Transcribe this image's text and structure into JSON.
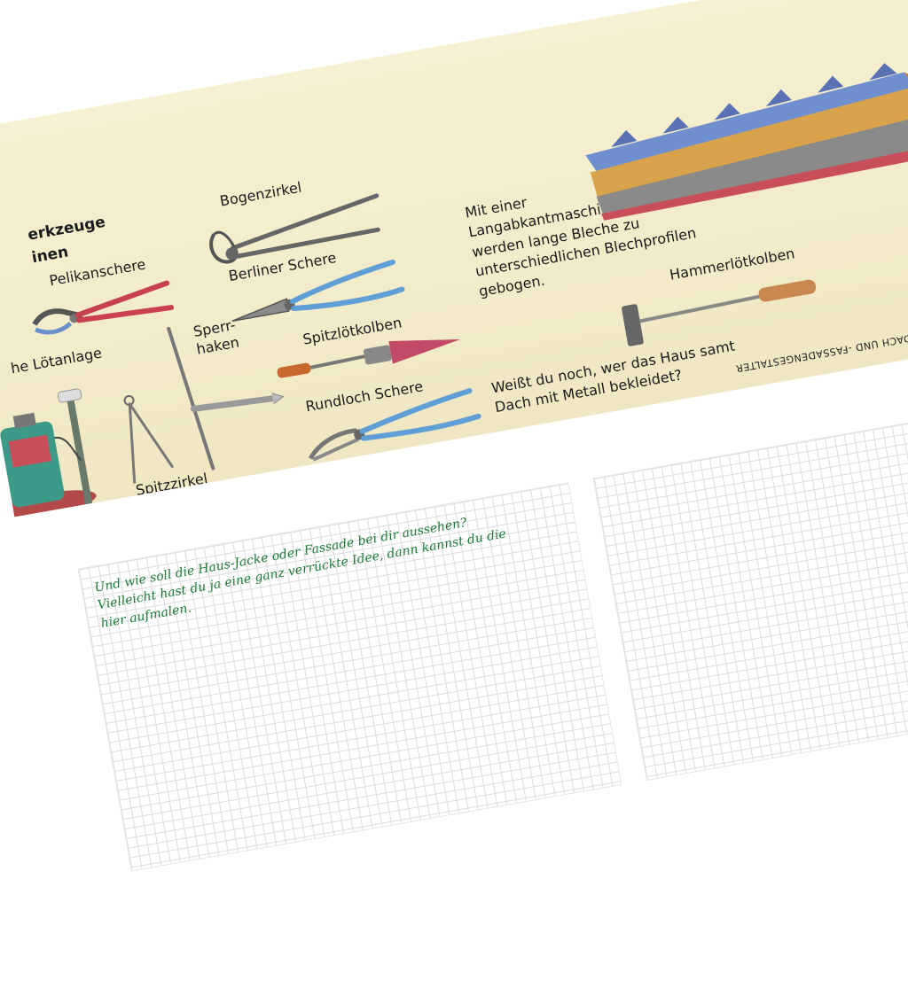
{
  "header": {
    "title_line1": "erkzeuge",
    "title_line2": "inen"
  },
  "tools": {
    "bogenzirkel": "Bogenzirkel",
    "pelikanschere": "Pelikanschere",
    "berliner_schere": "Berliner Schere",
    "sperrhaken": "Sperr-\nhaken",
    "loetanlage": "he Lötanlage",
    "spitzloetkolben": "Spitzlötkolben",
    "rundloch_schere": "Rundloch Schere",
    "spitzzirkel": "Spitzzirkel",
    "hammerloetkolben": "Hammerlötkolben"
  },
  "machine_text": "Mit einer\nLangabkantmaschine\nwerden lange Bleche zu\nunterschiedlichen Blechprofilen\ngebogen.",
  "question": "Weißt du noch, wer das Haus samt\nDach mit Metall bekleidet?",
  "vertical_label": "LDACH UND -FASSADENGESTALTER",
  "task": {
    "text": "Und wie soll die Haus-Jacke oder Fassade bei dir aussehen?\nVielleicht hast du ja eine ganz verrückte Idee, dann kannst du die\nhier aufmalen."
  },
  "colors": {
    "banner": "#f4eecd",
    "task_text": "#1e7a3a",
    "grid_line": "#dcdcdc"
  }
}
